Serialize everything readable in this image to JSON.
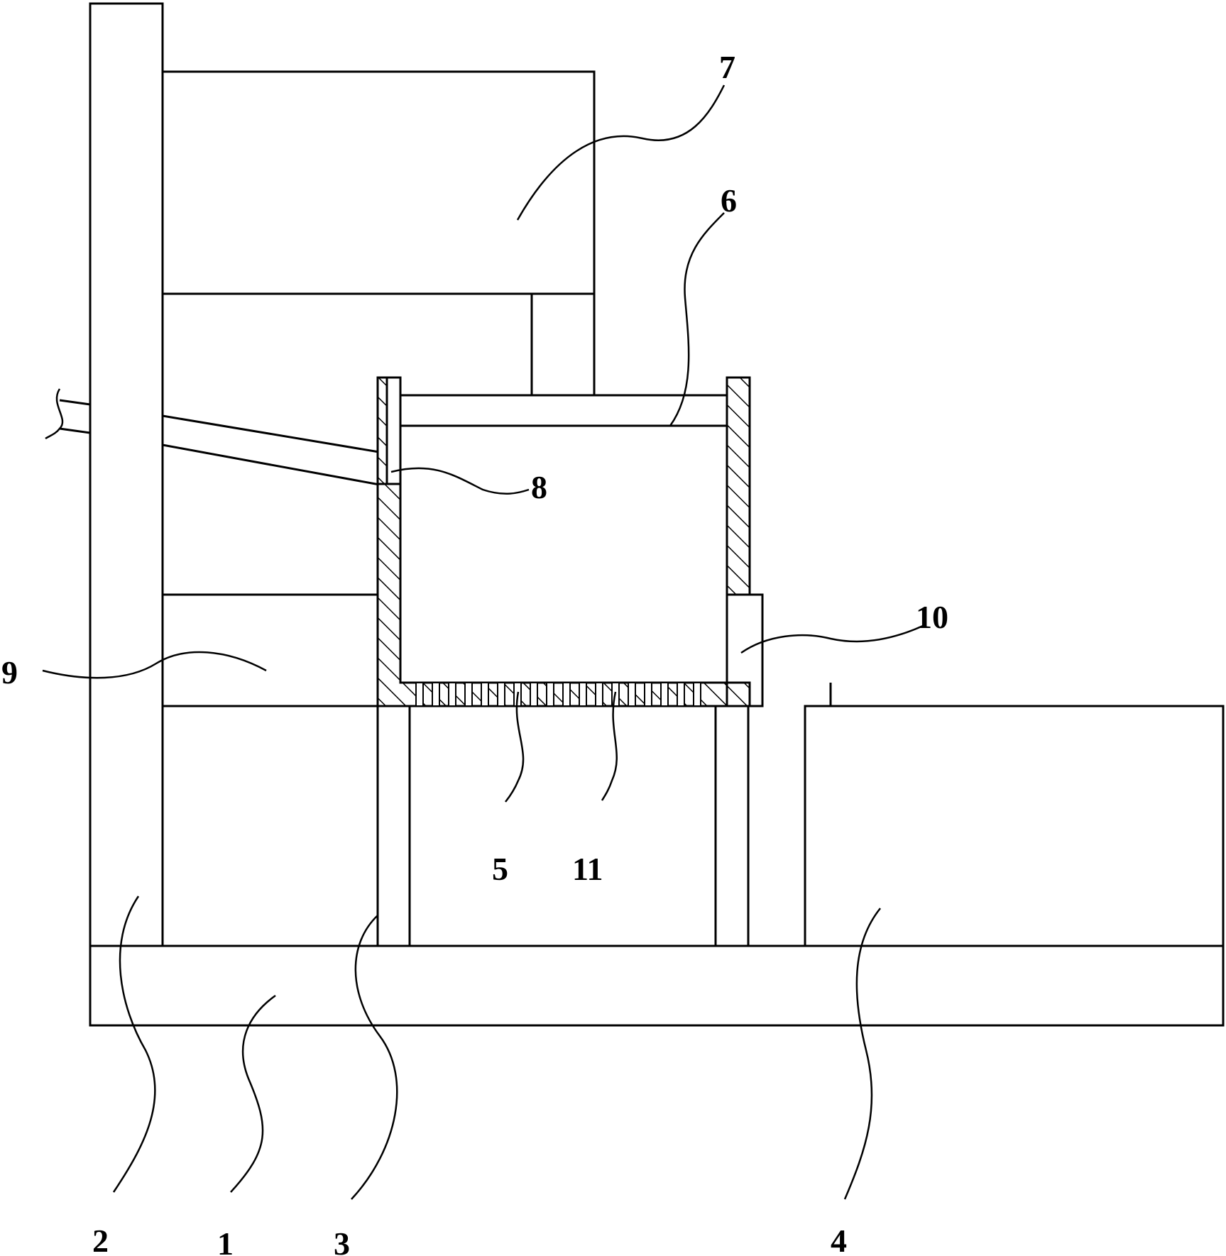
{
  "figure": {
    "labels": {
      "base": "1",
      "column": "2",
      "support": "3",
      "collector": "4",
      "sieve_bottom": "5",
      "press_plate": "6",
      "cylinder": "7",
      "feed_pipe": "8",
      "motor": "9",
      "vibrator": "10",
      "holes": "11"
    }
  }
}
